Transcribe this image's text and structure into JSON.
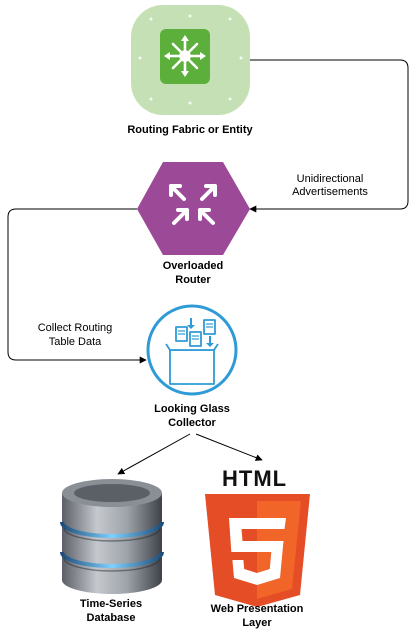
{
  "nodes": {
    "fabric": {
      "label": "Routing Fabric or Entity",
      "icon": "routing-fabric-icon"
    },
    "router": {
      "label_line1": "Overloaded",
      "label_line2": "Router",
      "icon": "router-icon"
    },
    "collector": {
      "label_line1": "Looking Glass",
      "label_line2": "Collector",
      "icon": "collector-icon"
    },
    "database": {
      "label_line1": "Time-Series",
      "label_line2": "Database",
      "icon": "database-icon"
    },
    "web": {
      "label_line1": "Web Presentation",
      "label_line2": "Layer",
      "icon": "html5-icon",
      "logo_text": "HTML"
    }
  },
  "edges": {
    "fabric_to_router": {
      "label_line1": "Unidirectional",
      "label_line2": "Advertisements"
    },
    "router_to_collector": {
      "label_line1": "Collect Routing",
      "label_line2": "Table Data"
    }
  },
  "colors": {
    "fabric_bg": "#c5e0b4",
    "fabric_inner": "#5daf3c",
    "router": "#9c4a98",
    "collector_ring": "#2f9bd6",
    "html_orange": "#e44d26",
    "html_orange_light": "#f16529"
  }
}
